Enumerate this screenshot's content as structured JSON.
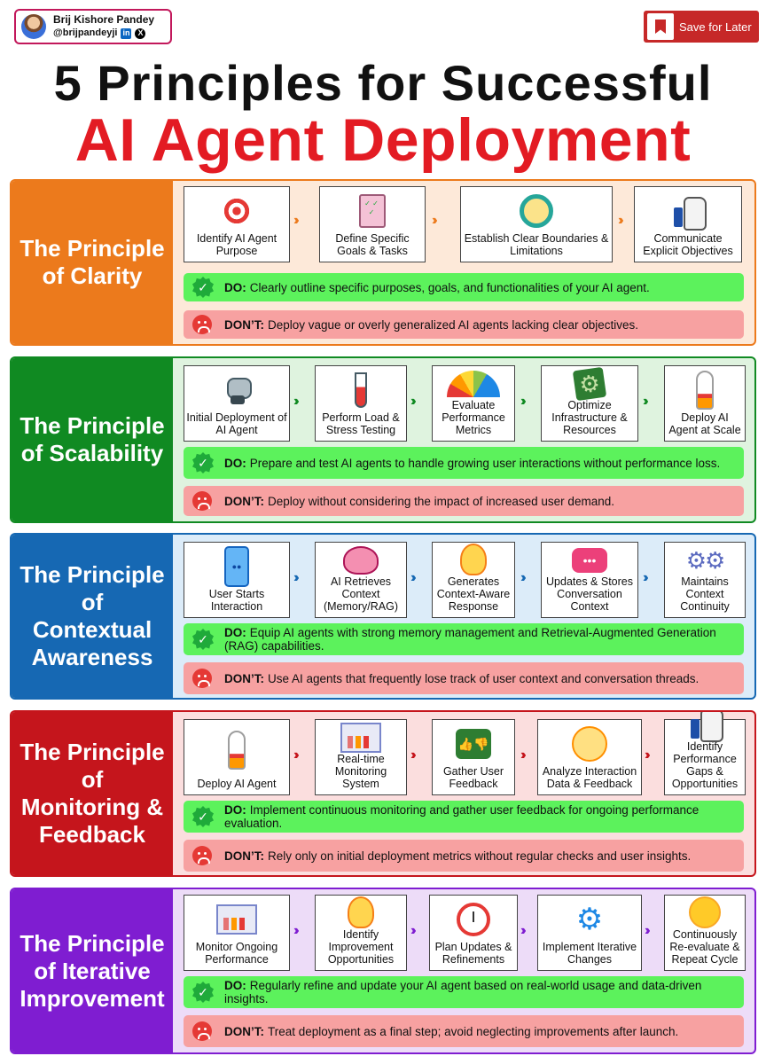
{
  "author": {
    "name": "Brij Kishore Pandey",
    "handle": "@brijpandeyji",
    "linkedin": "in",
    "x": "X"
  },
  "save": {
    "label": "Save for Later"
  },
  "title": {
    "line1": "5 Principles for Successful",
    "line2": "AI Agent Deployment"
  },
  "colors": {
    "clarity": "#ec7a1c",
    "scalability": "#108a22",
    "contextual": "#1668b3",
    "monitoring": "#c5151c",
    "iterative": "#7f1dd1",
    "do_bg": "#5cf25c",
    "dont_bg": "#f7a1a1",
    "title_red": "#e31b23"
  },
  "sections": [
    {
      "title": "The Principle of Clarity",
      "steps": [
        {
          "label": "Identify AI Agent Purpose",
          "icon": "target-icon"
        },
        {
          "label": "Define Specific Goals & Tasks",
          "icon": "clipboard-icon"
        },
        {
          "label": "Establish Clear Boundaries & Limitations",
          "icon": "ring-icon"
        },
        {
          "label": "Communicate Explicit Objectives",
          "icon": "thumbs-up-icon"
        }
      ],
      "do_label": "DO:",
      "do": "Clearly outline specific purposes, goals, and functionalities of your AI agent.",
      "dont_label": "DON’T:",
      "dont": "Deploy vague or overly generalized AI agents lacking clear objectives."
    },
    {
      "title": "The Principle of Scalability",
      "steps": [
        {
          "label": "Initial Deployment of AI Agent",
          "icon": "robot-icon"
        },
        {
          "label": "Perform Load & Stress Testing",
          "icon": "test-tube-icon"
        },
        {
          "label": "Evaluate Performance Metrics",
          "icon": "gauge-icon"
        },
        {
          "label": "Optimize Infrastructure & Resources",
          "icon": "gear-icon"
        },
        {
          "label": "Deploy AI Agent at Scale",
          "icon": "rocket-icon"
        }
      ],
      "do_label": "DO:",
      "do": "Prepare and test AI agents to handle growing user interactions without performance loss.",
      "dont_label": "DON’T:",
      "dont": "Deploy without considering the impact of increased user demand."
    },
    {
      "title": "The Principle of Contextual Awareness",
      "steps": [
        {
          "label": "User Starts Interaction",
          "icon": "phone-icon"
        },
        {
          "label": "AI Retrieves Context (Memory/RAG)",
          "icon": "brain-chip-icon"
        },
        {
          "label": "Generates Context-Aware Response",
          "icon": "lightbulb-icon"
        },
        {
          "label": "Updates & Stores Conversation Context",
          "icon": "chat-bubble-icon"
        },
        {
          "label": "Maintains Context Continuity",
          "icon": "gears-icon"
        }
      ],
      "do_label": "DO:",
      "do": "Equip AI agents with strong memory management and Retrieval-Augmented Generation (RAG) capabilities.",
      "dont_label": "DON’T:",
      "dont": "Use AI agents that frequently lose track of user context and conversation threads."
    },
    {
      "title": "The Principle of Monitoring & Feedback",
      "steps": [
        {
          "label": "Deploy AI Agent",
          "icon": "rocket-icon"
        },
        {
          "label": "Real-time Monitoring System",
          "icon": "dashboard-icon"
        },
        {
          "label": "Gather User Feedback",
          "icon": "feedback-icon"
        },
        {
          "label": "Analyze Interaction Data & Feedback",
          "icon": "analyst-icon"
        },
        {
          "label": "Identify Performance Gaps & Opportunities",
          "icon": "thumbs-up-icon"
        }
      ],
      "do_label": "DO:",
      "do": "Implement continuous monitoring and gather user feedback for ongoing performance evaluation.",
      "dont_label": "DON’T:",
      "dont": "Rely only on initial deployment metrics without regular checks and user insights."
    },
    {
      "title": "The Principle of Iterative Improvement",
      "steps": [
        {
          "label": "Monitor Ongoing Performance",
          "icon": "dashboard-icon"
        },
        {
          "label": "Identify Improvement Opportunities",
          "icon": "lightbulb-icon"
        },
        {
          "label": "Plan Updates & Refinements",
          "icon": "coming-soon-icon"
        },
        {
          "label": "Implement Iterative Changes",
          "icon": "cog-icon"
        },
        {
          "label": "Continuously Re-evaluate & Repeat Cycle",
          "icon": "thinking-face-icon"
        }
      ],
      "do_label": "DO:",
      "do": "Regularly refine and update your AI agent based on real-world usage and data-driven insights.",
      "dont_label": "DON’T:",
      "dont": "Treat deployment as a final step; avoid neglecting improvements after launch."
    }
  ]
}
